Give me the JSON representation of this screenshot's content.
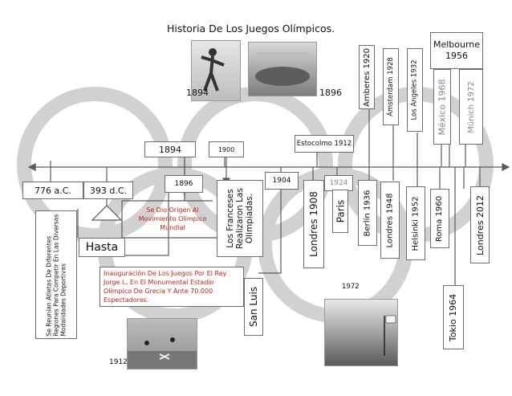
{
  "title": "Historia De Los Juegos Olímpicos.",
  "colors": {
    "ring": "#c9c9c9",
    "axis": "#5a5a5a",
    "red_text": "#c0201b",
    "box_border": "#6d6d6d"
  },
  "labels": {
    "year_1894_photo": "1894",
    "year_1896_photo": "1896",
    "year_1894": "1894",
    "year_1900": "1900",
    "year_1896": "1896",
    "year_1904": "1904",
    "year_1924": "1924",
    "year_1912_photo": "1912",
    "year_1972_photo": "1972",
    "bc_776": "776 a.C.",
    "ad_393": "393 d.C.",
    "hasta": "Hasta",
    "reunion": "Se Reunían Atletas De Diferentes Regiones Para Competir En Las Diversas Modalidades Deportivas",
    "origin": "Se Dio Origen Al Movimiento Olímpico Mundial",
    "inauguracion": "Inauguración De Los Juegos Por El Rey Jorge I., En El Monumental Estadio Olímpico De Grecia Y Ante 70.000 Espectadores.",
    "franceses": "Los Franceses Realizaron Las Olimpiadas.",
    "san_luis": "San Luis",
    "estocolmo": "Estocolmo 1912",
    "londres1908": "Londres 1908",
    "paris": "Paris",
    "berlin": "Berlín 1936",
    "londres1948": "Londres 1948",
    "helsinki": "Helsinki 1952",
    "roma": "Roma 1960",
    "londres2012": "Londres 2012",
    "tokio": "Tokio 1964",
    "amberes": "Amberes 1920",
    "amsterdam": "Ámsterdam 1928",
    "los_angeles": "Los Ángeles 1932",
    "mexico": "México 1968",
    "munich": "Múnich 1972",
    "melbourne": "Melbourne 1956"
  }
}
